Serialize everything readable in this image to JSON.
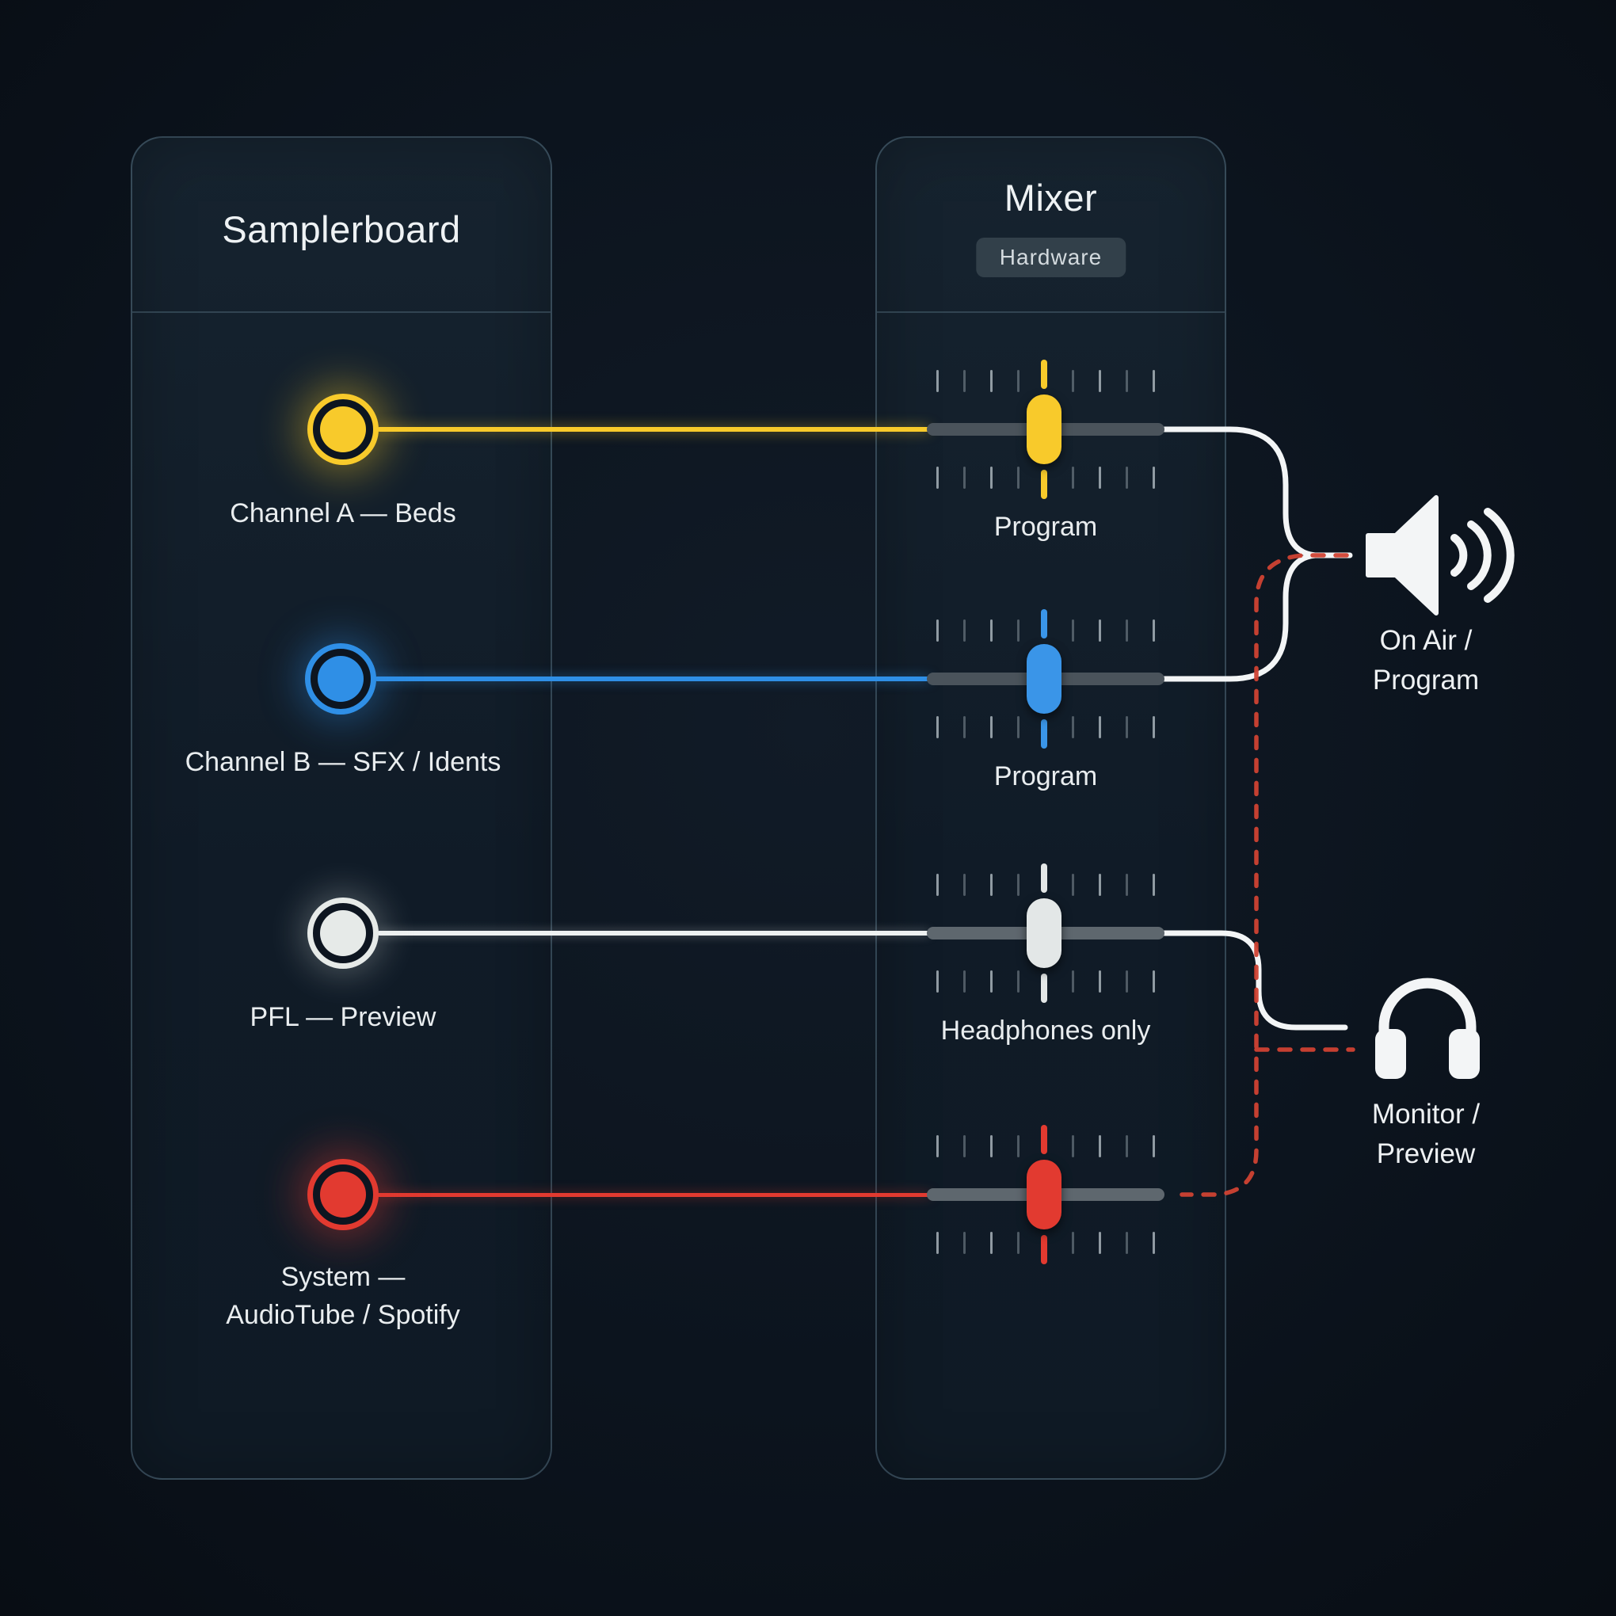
{
  "samplerboard": {
    "title": "Samplerboard"
  },
  "mixer": {
    "title": "Mixer",
    "badge": "Hardware"
  },
  "channels": [
    {
      "id": "channel-a",
      "label": "Channel A — Beds",
      "color": "#f8ca2b"
    },
    {
      "id": "channel-b",
      "label": "Channel B — SFX / Idents",
      "color": "#2f8fe6"
    },
    {
      "id": "pfl",
      "label": "PFL — Preview",
      "color": "#e6eae8"
    },
    {
      "id": "system",
      "label": "System —",
      "label2": "AudioTube / Spotify",
      "color": "#e23a30"
    }
  ],
  "faders": [
    {
      "label": "Program",
      "knob_color": "#f8ca2b"
    },
    {
      "label": "Program",
      "knob_color": "#3a95e8"
    },
    {
      "label": "Headphones only",
      "knob_color": "#e3e7e7"
    },
    {
      "label": "",
      "knob_color": "#e23a30"
    }
  ],
  "outputs": {
    "on_air": {
      "icon": "speaker-icon",
      "line1": "On Air /",
      "line2": "Program"
    },
    "monitor": {
      "icon": "headphones-icon",
      "line1": "Monitor /",
      "line2": "Preview"
    }
  },
  "connection_colors": {
    "program_solid": "#f3f5f6",
    "preview_dashed": "#d04233"
  }
}
